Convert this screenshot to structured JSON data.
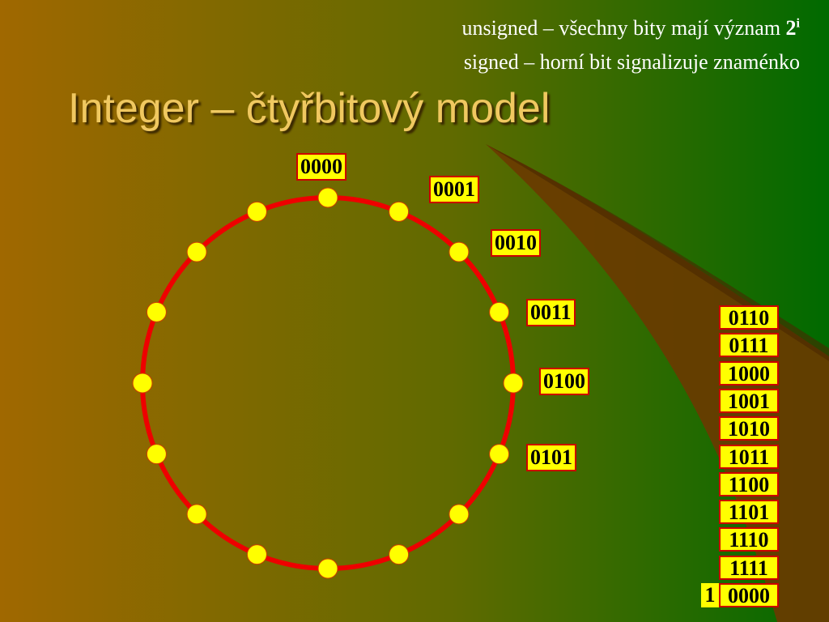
{
  "slide": {
    "subtitle_line1_prefix": "unsigned – všechny bity mají význam ",
    "subtitle_line1_base": "2",
    "subtitle_line1_exp": "i",
    "subtitle_line2": "signed – horní bit signalizuje znaménko",
    "title": "Integer – čtyřbitový model"
  },
  "circle": {
    "point_count": 16,
    "labels": [
      "0000",
      "0001",
      "0010",
      "0011",
      "0100",
      "0101"
    ]
  },
  "stack": {
    "values": [
      "0110",
      "0111",
      "1000",
      "1001",
      "1010",
      "1011",
      "1100",
      "1101",
      "1110",
      "1111",
      "0000"
    ],
    "carry_digit": "1"
  },
  "colors": {
    "circle_stroke": "#ee0000",
    "dot_fill": "#ffff00",
    "label_fill": "#ffff00",
    "label_border": "#cc0000",
    "title": "#f0c860",
    "background_left": "#a06800",
    "background_right": "#006a00"
  }
}
